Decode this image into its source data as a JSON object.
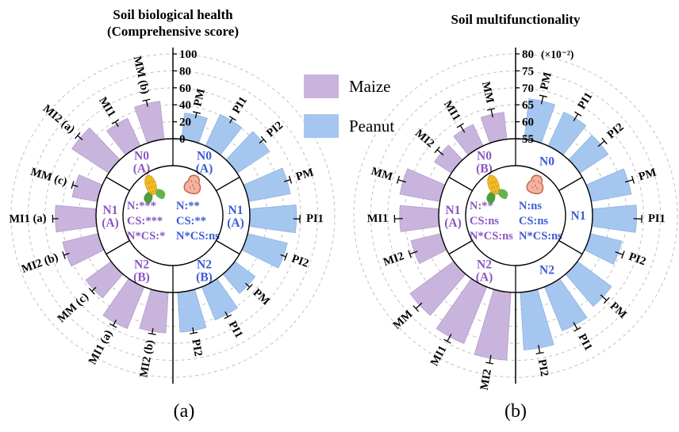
{
  "panels": {
    "a_label": "(a)",
    "b_label": "(b)"
  },
  "legend": {
    "items": [
      {
        "label": "Maize",
        "color": "#c9b4dd"
      },
      {
        "label": "Peanut",
        "color": "#a5c6ee"
      }
    ]
  },
  "colors": {
    "maize_bar": "#c9b4dd",
    "maize_bar_edge": "#b29bcc",
    "peanut_bar": "#a5c6ee",
    "peanut_bar_edge": "#8fb3e2",
    "maize_text": "#8a56c2",
    "peanut_text": "#3b5bd6",
    "grid": "#c0c0c0",
    "axis": "#000000"
  },
  "chart_data": [
    {
      "type": "polar_bar",
      "title_lines": [
        "Soil biological health",
        "(Comprehensive score)"
      ],
      "axis": {
        "min": 0,
        "max": 100,
        "ticks": [
          0,
          20,
          40,
          60,
          80,
          100
        ],
        "unit": ""
      },
      "sides": [
        {
          "name": "maize",
          "crop_icon": "corn-icon",
          "stats": [
            "N:***",
            "CS:***",
            "N*CS:*"
          ],
          "sectors": [
            {
              "label_lines": [
                "N0",
                "(A)"
              ],
              "bars": [
                {
                  "label": "MM (b)",
                  "value": 45,
                  "err": 4
                },
                {
                  "label": "MI1",
                  "value": 36,
                  "err": 3
                },
                {
                  "label": "MI2 (a)",
                  "value": 52,
                  "err": 4
                }
              ]
            },
            {
              "label_lines": [
                "N1",
                "(A)"
              ],
              "bars": [
                {
                  "label": "MM (c)",
                  "value": 30,
                  "err": 3
                },
                {
                  "label": "MI1 (a)",
                  "value": 48,
                  "err": 3
                },
                {
                  "label": "MI2 (b)",
                  "value": 43,
                  "err": 3
                }
              ]
            },
            {
              "label_lines": [
                "N2",
                "(B)"
              ],
              "bars": [
                {
                  "label": "MM (c)",
                  "value": 37,
                  "err": 3
                },
                {
                  "label": "MI1 (a)",
                  "value": 53,
                  "err": 4
                },
                {
                  "label": "MI2 (b)",
                  "value": 48,
                  "err": 3
                }
              ]
            }
          ]
        },
        {
          "name": "peanut",
          "crop_icon": "peanut-icon",
          "stats": [
            "N:**",
            "CS:**",
            "N*CS:ns"
          ],
          "sectors": [
            {
              "label_lines": [
                "N0",
                "(A)"
              ],
              "bars": [
                {
                  "label": "PM",
                  "value": 31,
                  "err": 3
                },
                {
                  "label": "PI1",
                  "value": 41,
                  "err": 3
                },
                {
                  "label": "PI2",
                  "value": 46,
                  "err": 3
                }
              ]
            },
            {
              "label_lines": [
                "N1",
                "(A)"
              ],
              "bars": [
                {
                  "label": "PM",
                  "value": 50,
                  "err": 4
                },
                {
                  "label": "PI1",
                  "value": 55,
                  "err": 4
                },
                {
                  "label": "PI2",
                  "value": 48,
                  "err": 3
                }
              ]
            },
            {
              "label_lines": [
                "N2",
                "(B)"
              ],
              "bars": [
                {
                  "label": "PM",
                  "value": 30,
                  "err": 3
                },
                {
                  "label": "PI1",
                  "value": 42,
                  "err": 3
                },
                {
                  "label": "PI2",
                  "value": 47,
                  "err": 3
                }
              ]
            }
          ]
        }
      ]
    },
    {
      "type": "polar_bar",
      "title_lines": [
        "Soil multifunctionality"
      ],
      "axis": {
        "min": 55,
        "max": 80,
        "ticks": [
          55,
          60,
          65,
          70,
          75,
          80
        ],
        "unit": "(×10⁻²)"
      },
      "sides": [
        {
          "name": "maize",
          "crop_icon": "corn-icon",
          "stats": [
            "N:**",
            "CS:ns",
            "N*CS:ns"
          ],
          "sectors": [
            {
              "label_lines": [
                "N0",
                "(B)"
              ],
              "bars": [
                {
                  "label": "MM",
                  "value": 63,
                  "err": 1.5
                },
                {
                  "label": "MI1",
                  "value": 62,
                  "err": 1.5
                },
                {
                  "label": "MI2",
                  "value": 61,
                  "err": 1.5
                }
              ]
            },
            {
              "label_lines": [
                "N1",
                "(A)"
              ],
              "bars": [
                {
                  "label": "MM",
                  "value": 67,
                  "err": 1.5
                },
                {
                  "label": "MI1",
                  "value": 66.5,
                  "err": 1.5
                },
                {
                  "label": "MI2",
                  "value": 64,
                  "err": 1.5
                }
              ]
            },
            {
              "label_lines": [
                "N2",
                "(A)"
              ],
              "bars": [
                {
                  "label": "MM",
                  "value": 71,
                  "err": 1.5
                },
                {
                  "label": "MI1",
                  "value": 73,
                  "err": 1.5
                },
                {
                  "label": "MI2",
                  "value": 75,
                  "err": 1.5
                }
              ]
            }
          ]
        },
        {
          "name": "peanut",
          "crop_icon": "peanut-icon",
          "stats": [
            "N:ns",
            "CS:ns",
            "N*CS:ns"
          ],
          "sectors": [
            {
              "label_lines": [
                "N0"
              ],
              "bars": [
                {
                  "label": "PM",
                  "value": 67,
                  "err": 1.5
                },
                {
                  "label": "PI1",
                  "value": 66,
                  "err": 1.5
                },
                {
                  "label": "PI2",
                  "value": 65,
                  "err": 1.5
                }
              ]
            },
            {
              "label_lines": [
                "N1"
              ],
              "bars": [
                {
                  "label": "PM",
                  "value": 67,
                  "err": 1.5
                },
                {
                  "label": "PI1",
                  "value": 68,
                  "err": 1.5
                },
                {
                  "label": "PI2",
                  "value": 64.5,
                  "err": 1.5
                }
              ]
            },
            {
              "label_lines": [
                "N2"
              ],
              "bars": [
                {
                  "label": "PM",
                  "value": 67.5,
                  "err": 1.5
                },
                {
                  "label": "PI1",
                  "value": 69,
                  "err": 1.5
                },
                {
                  "label": "PI2",
                  "value": 72,
                  "err": 1.5
                }
              ]
            }
          ]
        }
      ]
    }
  ]
}
